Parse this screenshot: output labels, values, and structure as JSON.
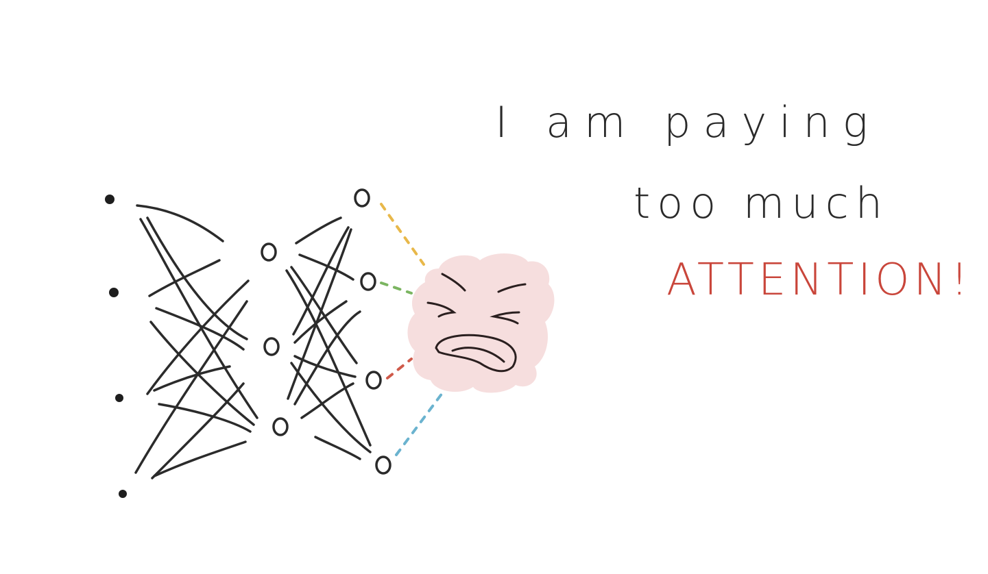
{
  "caption": {
    "line1": "I am paying",
    "line2": "too much",
    "line3": "ATTENTION!"
  },
  "colors": {
    "ink": "#2a2a2a",
    "attention_red": "#c9463b",
    "blob_pink": "#f6dede",
    "dash_yellow": "#e8b84a",
    "dash_green": "#7bb561",
    "dash_red": "#cf5a4a",
    "dash_blue": "#6bb3cf"
  },
  "icons": {
    "blob": "angry-face-blob-icon"
  }
}
